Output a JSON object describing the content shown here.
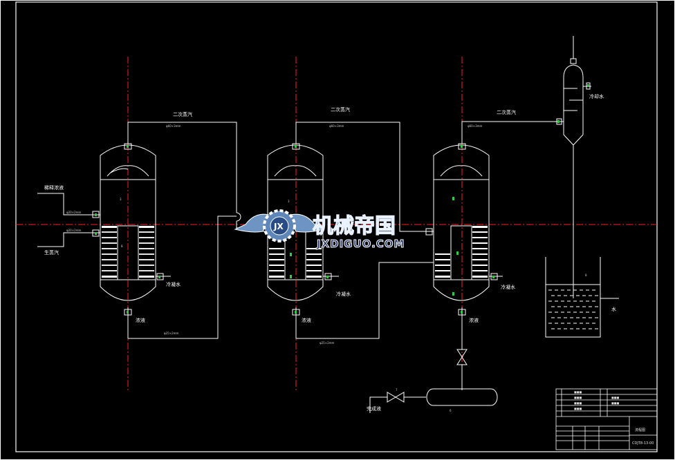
{
  "labels": {
    "secondary_steam": "二次蒸汽",
    "raw_feed": "稀释浓液",
    "fresh_steam": "生蒸汽",
    "condensate": "冷凝水",
    "cooling_water": "冷却水",
    "water": "水",
    "concentrate_1": "浓液",
    "concentrate_2": "浓液",
    "concentrate_3": "浓液",
    "product_out": "完成液"
  },
  "watermark": {
    "cn": "机械帝国",
    "en": "JXDIGUO.COM",
    "logo": "JX"
  },
  "title_block": {
    "drawing_name": "流程图",
    "drawing_no": "CDJT8-13-00"
  },
  "colors": {
    "background": "#000000",
    "line": "#ffffff",
    "centerline": "#ff2020",
    "tag": "#2ecc40",
    "watermark_blue": "#7ea7d6"
  }
}
